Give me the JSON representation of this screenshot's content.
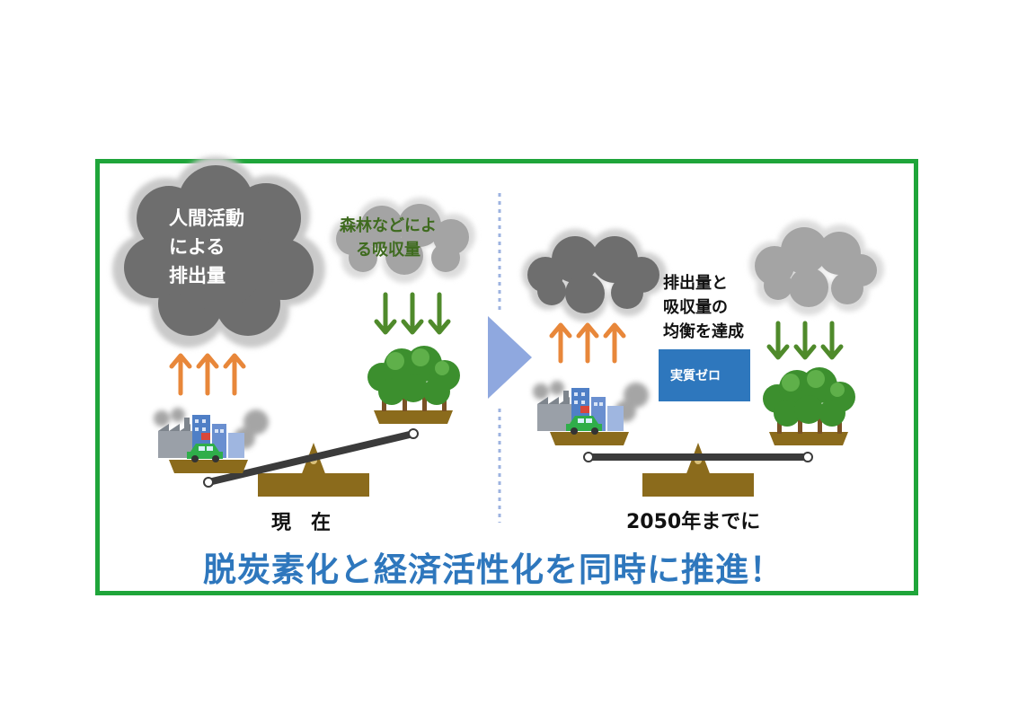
{
  "left": {
    "cloud_text": [
      "人間活動",
      "による",
      "排出量"
    ],
    "forest_text": [
      "森林などによ",
      "る吸収量"
    ],
    "label": "現　在"
  },
  "right": {
    "balance_text": [
      "排出量と",
      "吸収量の",
      "均衡を達成"
    ],
    "zero_label": "実質ゼロ",
    "label": "2050年までに"
  },
  "headline": "脱炭素化と経済活性化を同時に推進！",
  "colors": {
    "border": "#1fa53a",
    "arrow_up": "#e8873a",
    "arrow_down": "#4f8a2b",
    "cloud_dark": "#6e6e6e",
    "cloud_light": "#9a9a9a",
    "headline": "#2e77bd",
    "zero_box": "#2e77bd",
    "balance": "#8b6b1c",
    "triangle": "#8fa8df",
    "divider": "#9db3e0"
  }
}
